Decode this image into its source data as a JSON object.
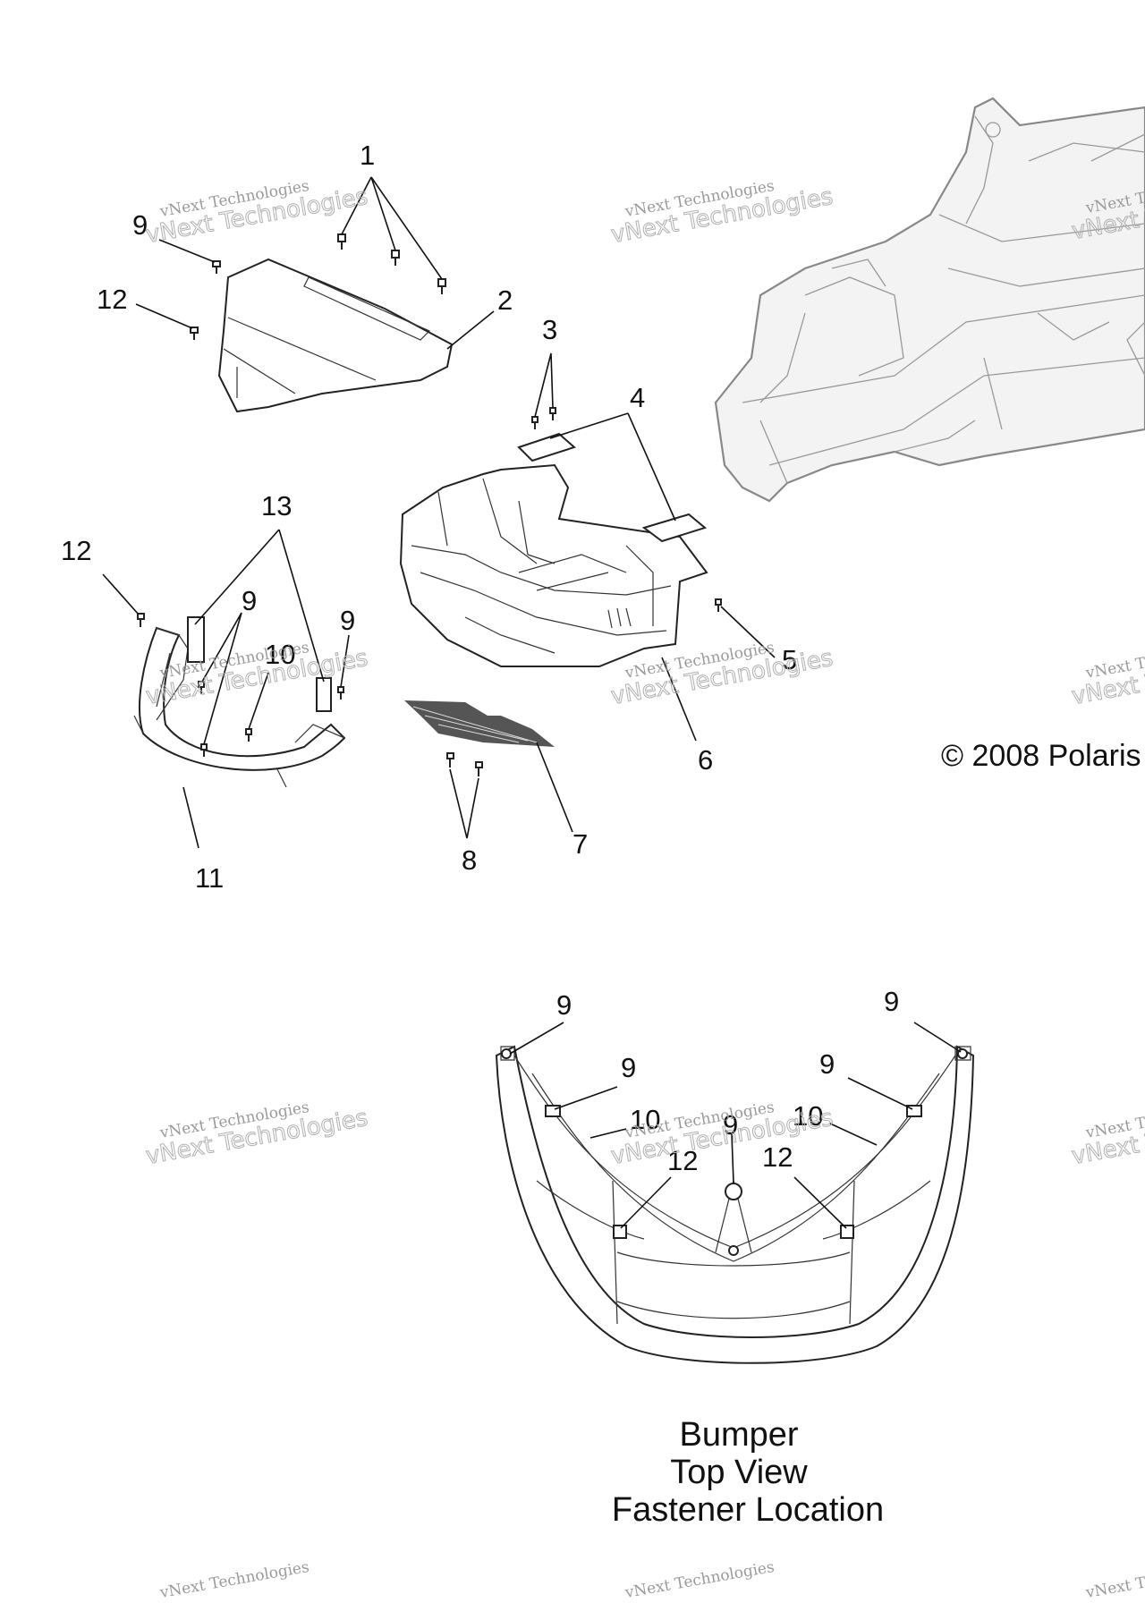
{
  "callouts": {
    "c1": "1",
    "c2": "2",
    "c3": "3",
    "c4": "4",
    "c5": "5",
    "c6": "6",
    "c7": "7",
    "c8": "8",
    "c9a": "9",
    "c9b": "9",
    "c9c": "9",
    "c9d": "9",
    "c9e": "9",
    "c9f": "9",
    "c9g": "9",
    "c10a": "10",
    "c10b": "10",
    "c10c": "10",
    "c11": "11",
    "c12a": "12",
    "c12b": "12",
    "c12c": "12",
    "c12d": "12",
    "c13": "13"
  },
  "copyright": "© 2008 Polaris",
  "bumper_view": {
    "line1": "Bumper",
    "line2": "Top View",
    "line3": "Fastener Location"
  },
  "watermark": {
    "line1": "vNext Technologies",
    "line2": "vNext Technologies"
  }
}
